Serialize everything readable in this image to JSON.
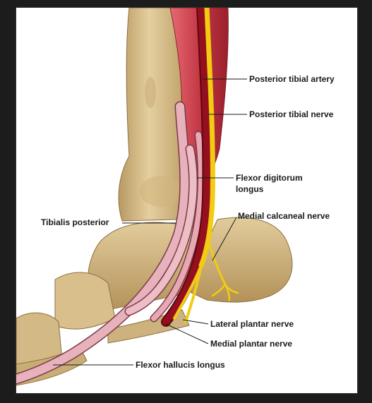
{
  "labels": {
    "posterior_tibial_artery": "Posterior tibial artery",
    "posterior_tibial_nerve": "Posterior tibial nerve",
    "flexor_digitorum_longus_line1": "Flexor digitorum",
    "flexor_digitorum_longus_line2": "longus",
    "tibialis_posterior": "Tibialis posterior",
    "medial_calcaneal_nerve": "Medial calcaneal nerve",
    "lateral_plantar_nerve": "Lateral plantar nerve",
    "medial_plantar_nerve": "Medial plantar nerve",
    "flexor_hallucis_longus": "Flexor hallucis longus"
  },
  "colors": {
    "bone": "#d8c08e",
    "bone_shadow": "#a88a55",
    "muscle": "#c8404a",
    "artery": "#8e0f1c",
    "tendon": "#e6aab4",
    "nerve": "#f5d21a",
    "frame": "#1c1c1c"
  }
}
